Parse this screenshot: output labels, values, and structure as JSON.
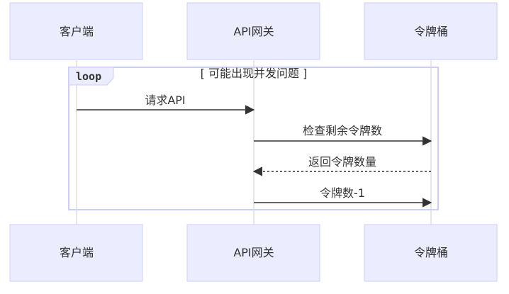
{
  "participants": [
    {
      "id": "client",
      "label": "客户端"
    },
    {
      "id": "gateway",
      "label": "API网关"
    },
    {
      "id": "bucket",
      "label": "令牌桶"
    }
  ],
  "loop": {
    "keyword": "loop",
    "condition": "[ 可能出现并发问题 ]"
  },
  "messages": [
    {
      "from": "client",
      "to": "gateway",
      "text": "请求API",
      "style": "solid"
    },
    {
      "from": "gateway",
      "to": "bucket",
      "text": "检查剩余令牌数",
      "style": "solid"
    },
    {
      "from": "bucket",
      "to": "gateway",
      "text": "返回令牌数量",
      "style": "dashed"
    },
    {
      "from": "gateway",
      "to": "bucket",
      "text": "令牌数-1",
      "style": "solid"
    }
  ],
  "colors": {
    "actor_fill": "#ECECFF",
    "actor_stroke": "#CCCCFF",
    "lifeline": "#CCCCCC",
    "loop_stroke": "#CCCCFF",
    "arrow": "#333333",
    "text": "#333333"
  }
}
